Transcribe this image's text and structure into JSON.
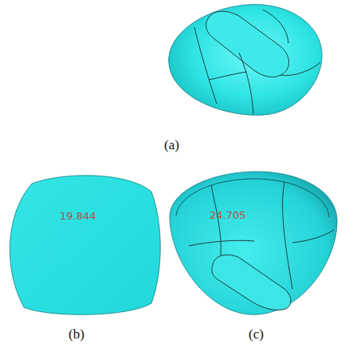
{
  "diagram": {
    "nodes": [
      {
        "text": [
          "19.844"
        ]
      },
      {
        "text": [
          "24.705"
        ]
      }
    ],
    "labels": [
      "(a)",
      "(b)",
      "(c)"
    ]
  }
}
